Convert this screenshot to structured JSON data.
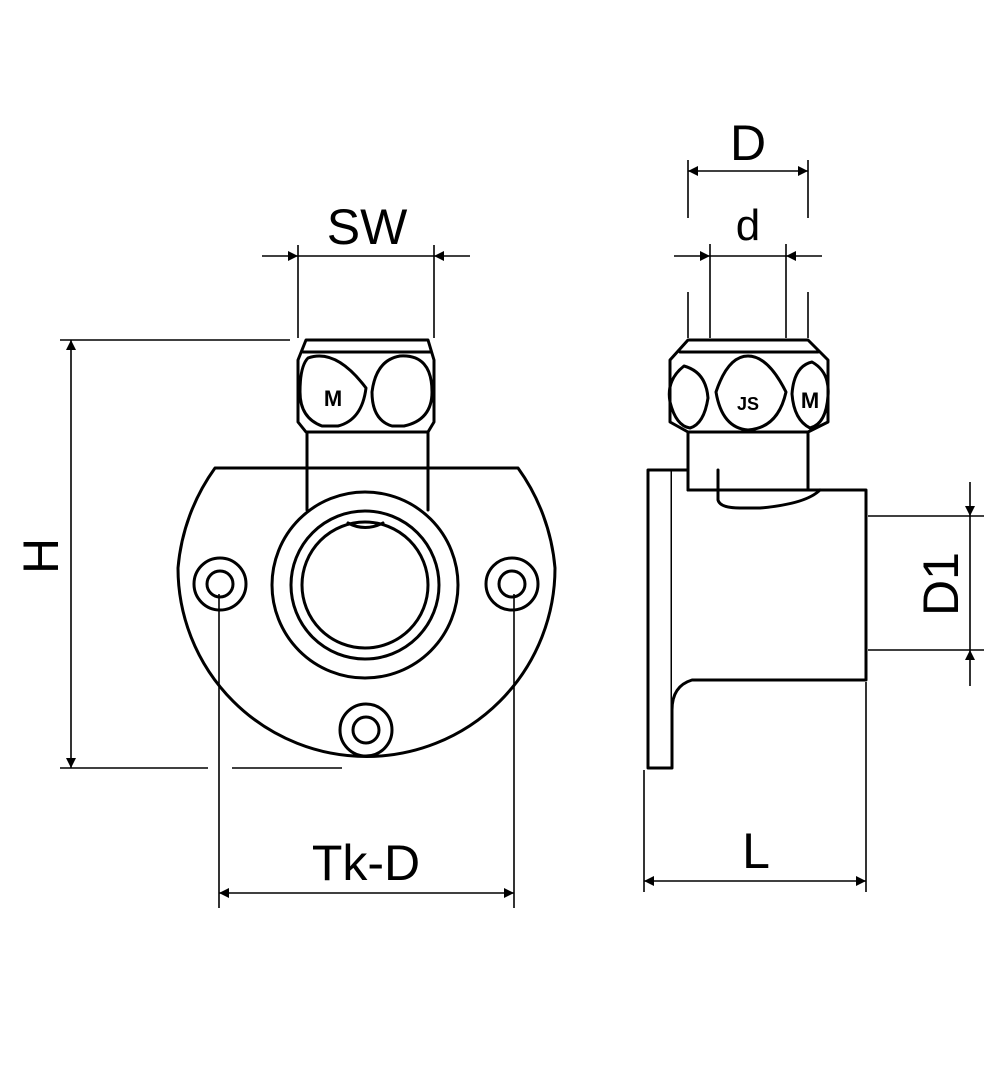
{
  "labels": {
    "sw": "SW",
    "h": "H",
    "tk_d": "Tk-D",
    "d_outer": "D",
    "d_inner": "d",
    "d1": "D1",
    "l": "L"
  },
  "nut_marks": {
    "front": "M",
    "side_left": "M",
    "side_center": "JS"
  },
  "colors": {
    "line": "#000000",
    "background": "#ffffff"
  }
}
